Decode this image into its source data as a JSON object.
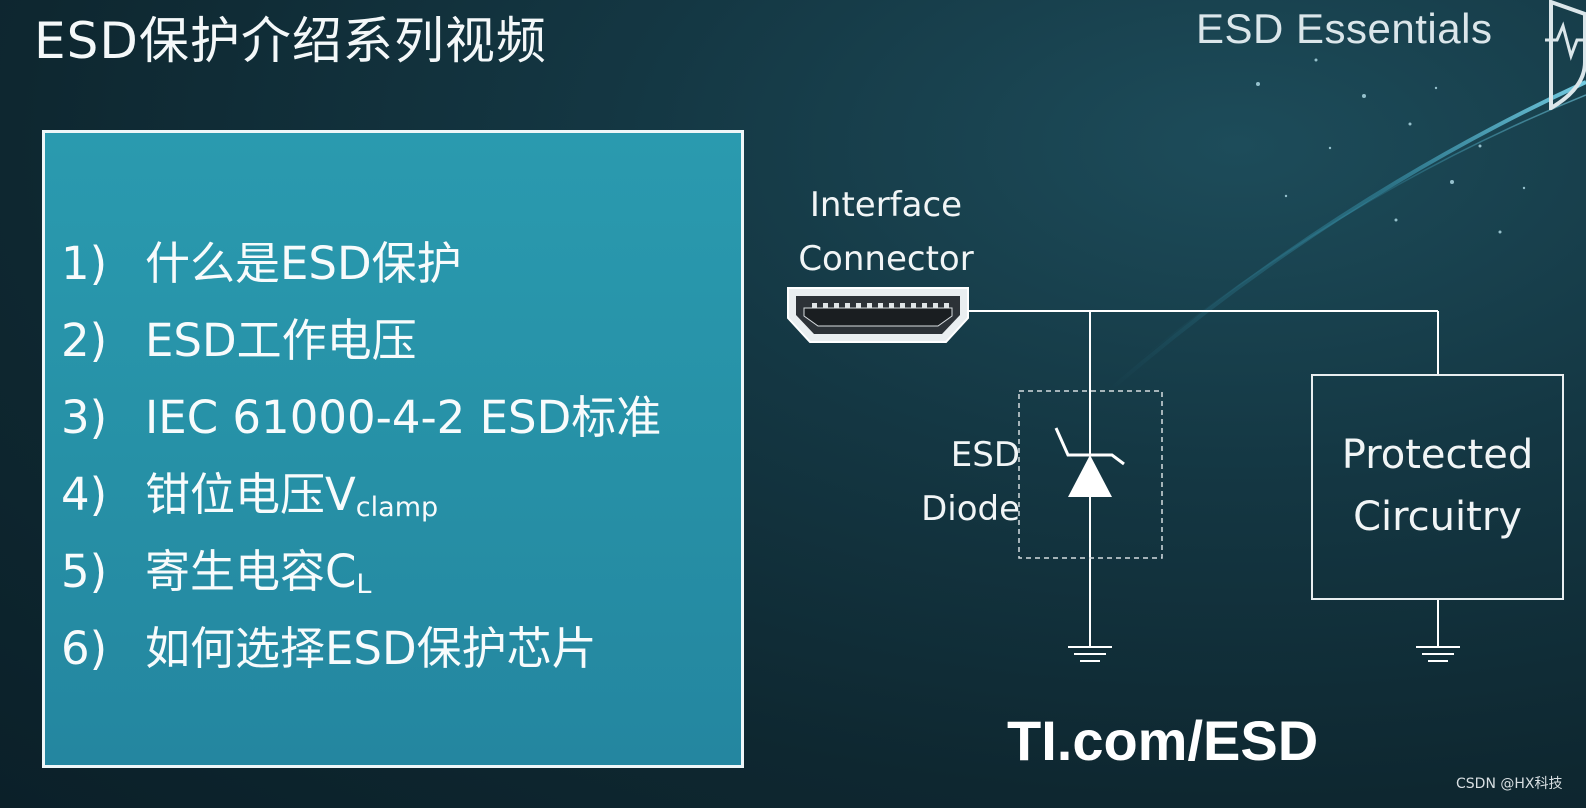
{
  "title": "ESD保护介绍系列视频",
  "brand": "ESD Essentials",
  "topics": [
    {
      "num": "1)",
      "text": "什么是ESD保护",
      "sub": ""
    },
    {
      "num": "2)",
      "text": "ESD工作电压",
      "sub": ""
    },
    {
      "num": "3)",
      "text": "IEC 61000-4-2 ESD标准",
      "sub": ""
    },
    {
      "num": "4)",
      "text": "钳位电压V",
      "sub": "clamp"
    },
    {
      "num": "5)",
      "text": "寄生电容C",
      "sub": "L"
    },
    {
      "num": "6)",
      "text": "如何选择ESD保护芯片",
      "sub": ""
    }
  ],
  "diagram": {
    "connector_label_line1": "Interface",
    "connector_label_line2": "Connector",
    "diode_label_line1": "ESD",
    "diode_label_line2": "Diode",
    "protected_line1": "Protected",
    "protected_line2": "Circuitry"
  },
  "website": "TI.com/ESD",
  "watermark": "CSDN @HX科技",
  "colors": {
    "background": "#143743",
    "box_fill": "#2690a6",
    "line": "#ffffff"
  }
}
